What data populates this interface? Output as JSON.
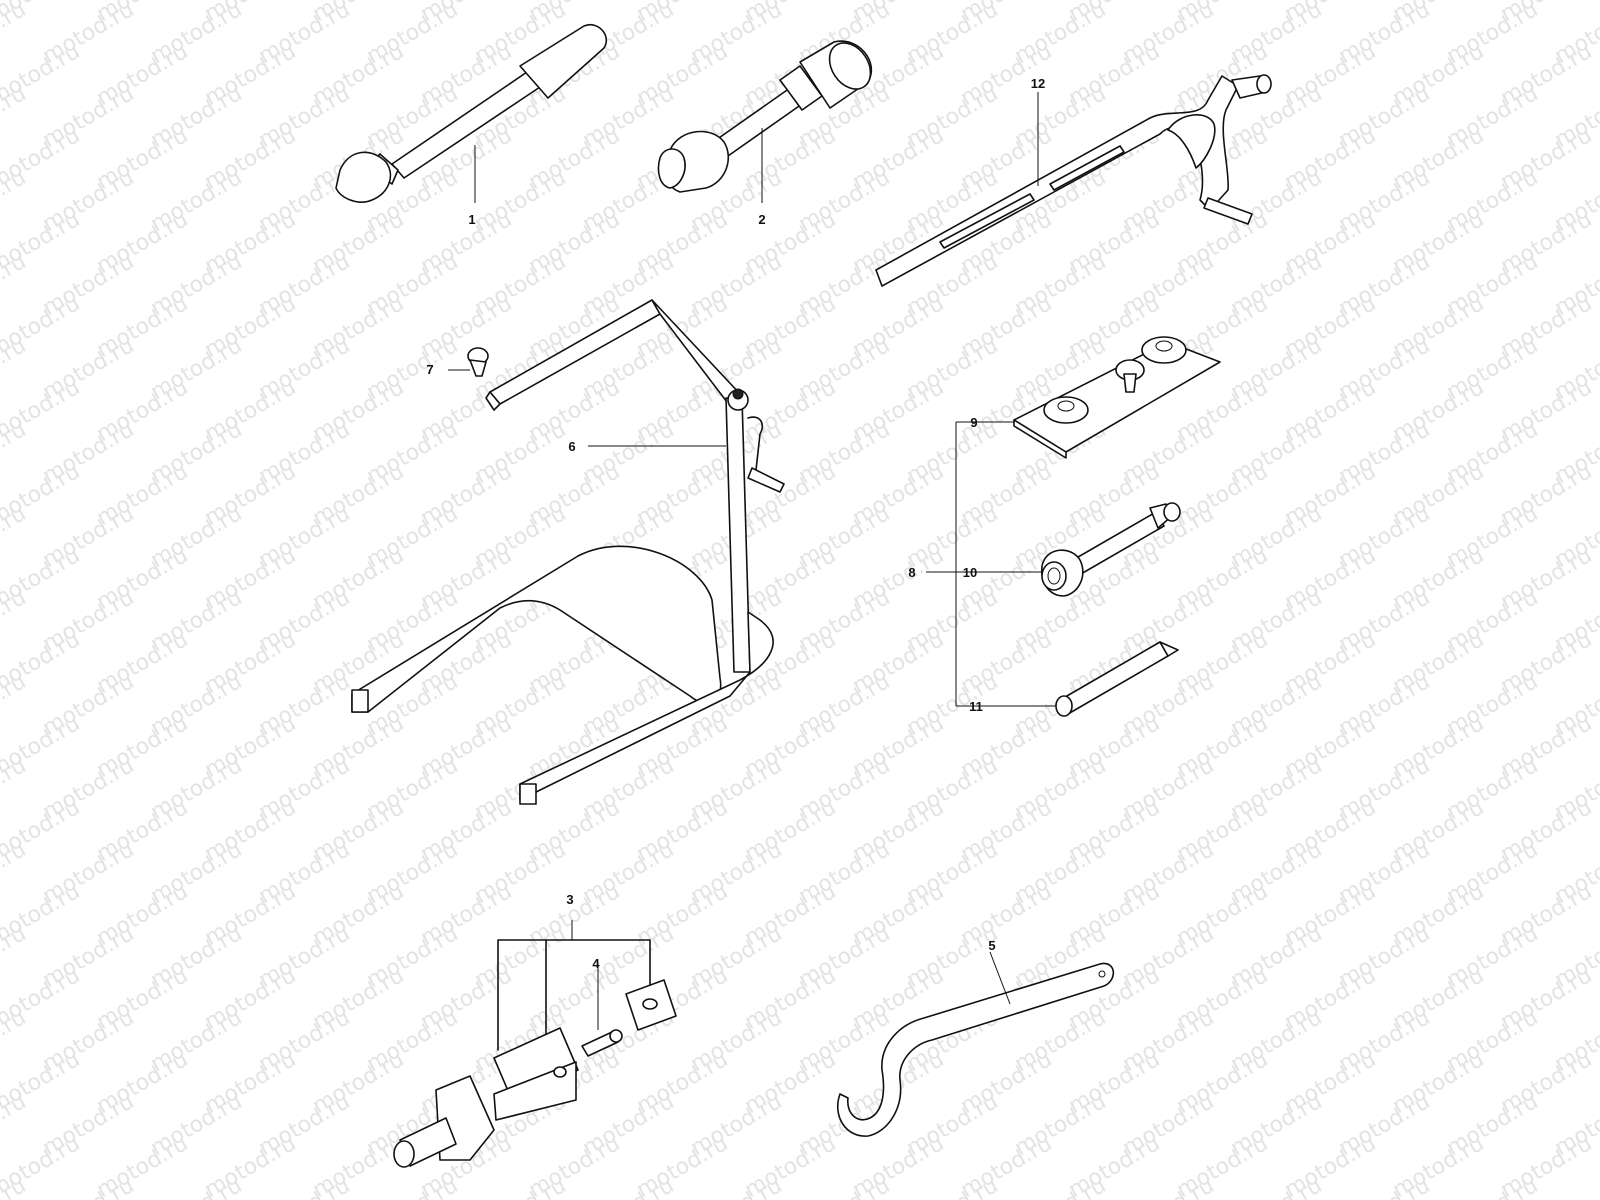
{
  "watermark": {
    "text": "motod.ru"
  },
  "callouts": {
    "c1": "1",
    "c2": "2",
    "c3": "3",
    "c4": "4",
    "c5": "5",
    "c6": "6",
    "c7": "7",
    "c8": "8",
    "c9": "9",
    "c10": "10",
    "c11": "11",
    "c12": "12"
  },
  "colors": {
    "background": "#ffffff",
    "line": "#111111",
    "watermark": "#e3e3e3"
  }
}
